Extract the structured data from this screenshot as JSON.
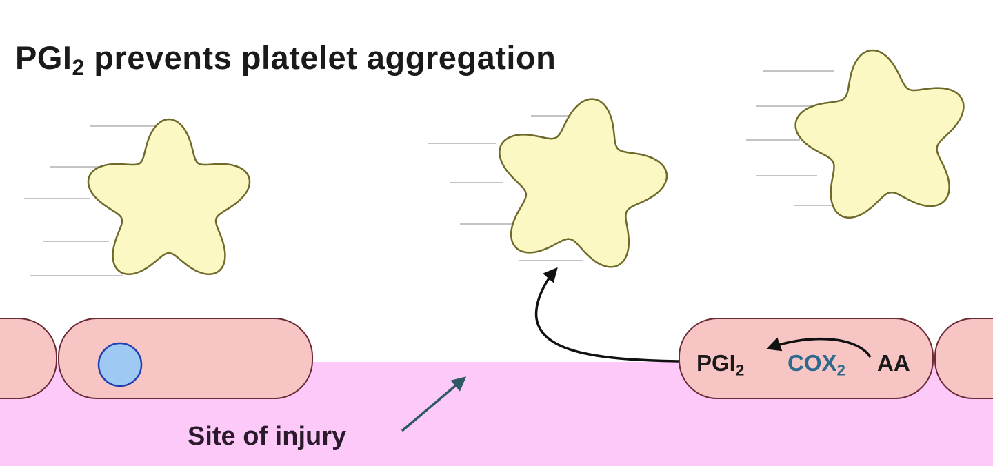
{
  "title": {
    "text": "PGI",
    "sub": "2",
    "rest": " prevents platelet aggregation"
  },
  "labels": {
    "site_of_injury": "Site of injury",
    "pgi": "PGI",
    "pgi_sub": "2",
    "cox": "COX",
    "cox_sub": "2",
    "aa": "AA"
  },
  "colors": {
    "platelet_fill": "#fbf8c4",
    "platelet_stroke": "#6e6a2a",
    "endothelial_fill": "#f7c6c4",
    "endothelial_stroke": "#6b2a36",
    "subendothelium": "#fcc9f8",
    "nucleus_fill": "#9ec9f2",
    "nucleus_stroke": "#1f3fb0",
    "injury_arrow": "#2f5a64",
    "cox_text": "#2e6a8e"
  }
}
